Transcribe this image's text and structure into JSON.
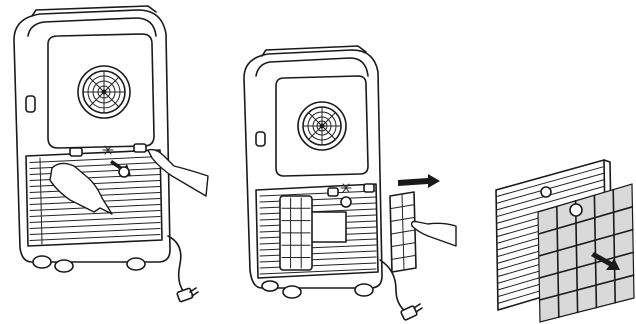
{
  "figure": {
    "panels": [
      {
        "id": "panel-1",
        "subject": "portable-unit-rear-grille-removal"
      },
      {
        "id": "panel-2",
        "subject": "portable-unit-filter-pull-out"
      },
      {
        "id": "panel-3",
        "subject": "filter-separated-from-grille"
      }
    ],
    "colors": {
      "line": "#1a1a1a",
      "background": "#ffffff",
      "filter_fill": "#d9d9d9"
    },
    "icons": [
      "fan-icon",
      "snowflake-icon",
      "arrow-icon",
      "plug-icon",
      "hand-icon"
    ]
  }
}
